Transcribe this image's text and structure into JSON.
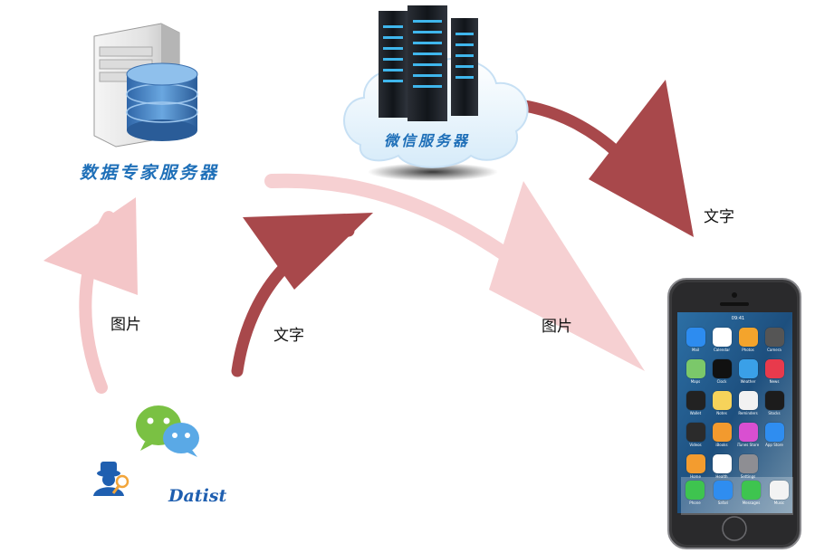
{
  "nodes": {
    "data_server": "数据专家服务器",
    "wechat_server": "微信服务器",
    "brand": "Datist"
  },
  "edge_labels": {
    "to_data_server": "图片",
    "to_wechat_server": "文字",
    "to_phone_image": "图片",
    "to_phone_text": "文字"
  },
  "phone": {
    "time": "09:41",
    "apps": [
      {
        "name": "Mail",
        "color": "#2d8cf0"
      },
      {
        "name": "Calendar",
        "color": "#ffffff"
      },
      {
        "name": "Photos",
        "color": "#f4a42c"
      },
      {
        "name": "Camera",
        "color": "#555555"
      },
      {
        "name": "Maps",
        "color": "#7bc86a"
      },
      {
        "name": "Clock",
        "color": "#111111"
      },
      {
        "name": "Weather",
        "color": "#3aa0e8"
      },
      {
        "name": "News",
        "color": "#e83a4c"
      },
      {
        "name": "Wallet",
        "color": "#222222"
      },
      {
        "name": "Notes",
        "color": "#f6d35a"
      },
      {
        "name": "Reminders",
        "color": "#f2f2f2"
      },
      {
        "name": "Stocks",
        "color": "#1c1c1c"
      },
      {
        "name": "Videos",
        "color": "#2b2b2b"
      },
      {
        "name": "iBooks",
        "color": "#f29a2e"
      },
      {
        "name": "iTunes Store",
        "color": "#d94fd1"
      },
      {
        "name": "App Store",
        "color": "#2f8df0"
      },
      {
        "name": "Home",
        "color": "#f39c2f"
      },
      {
        "name": "Health",
        "color": "#ffffff"
      },
      {
        "name": "Settings",
        "color": "#8e8e93"
      }
    ],
    "dock": [
      {
        "name": "Phone",
        "color": "#3ec44f"
      },
      {
        "name": "Safari",
        "color": "#2f8df0"
      },
      {
        "name": "Messages",
        "color": "#3ec44f"
      },
      {
        "name": "Music",
        "color": "#f3f3f3"
      }
    ]
  },
  "colors": {
    "dark_arrow": "#a8484b",
    "light_arrow": "#f4c6c8",
    "label_blue": "#1e6fb8"
  }
}
